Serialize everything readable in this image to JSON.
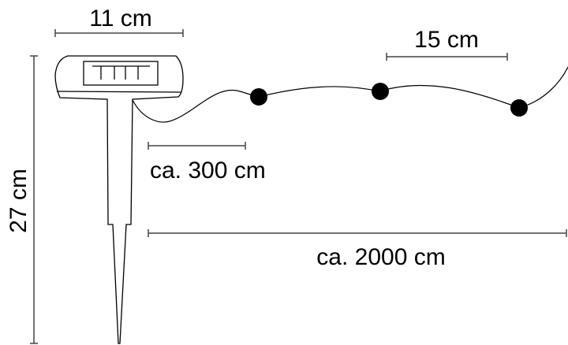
{
  "dimensions": {
    "head_width": "11 cm",
    "total_height": "27 cm",
    "lead_cable": "ca. 300 cm",
    "bulb_spacing": "15 cm",
    "total_length": "ca. 2000 cm"
  },
  "colors": {
    "line": "#000000",
    "dimension_line": "#444444",
    "background": "#ffffff"
  }
}
